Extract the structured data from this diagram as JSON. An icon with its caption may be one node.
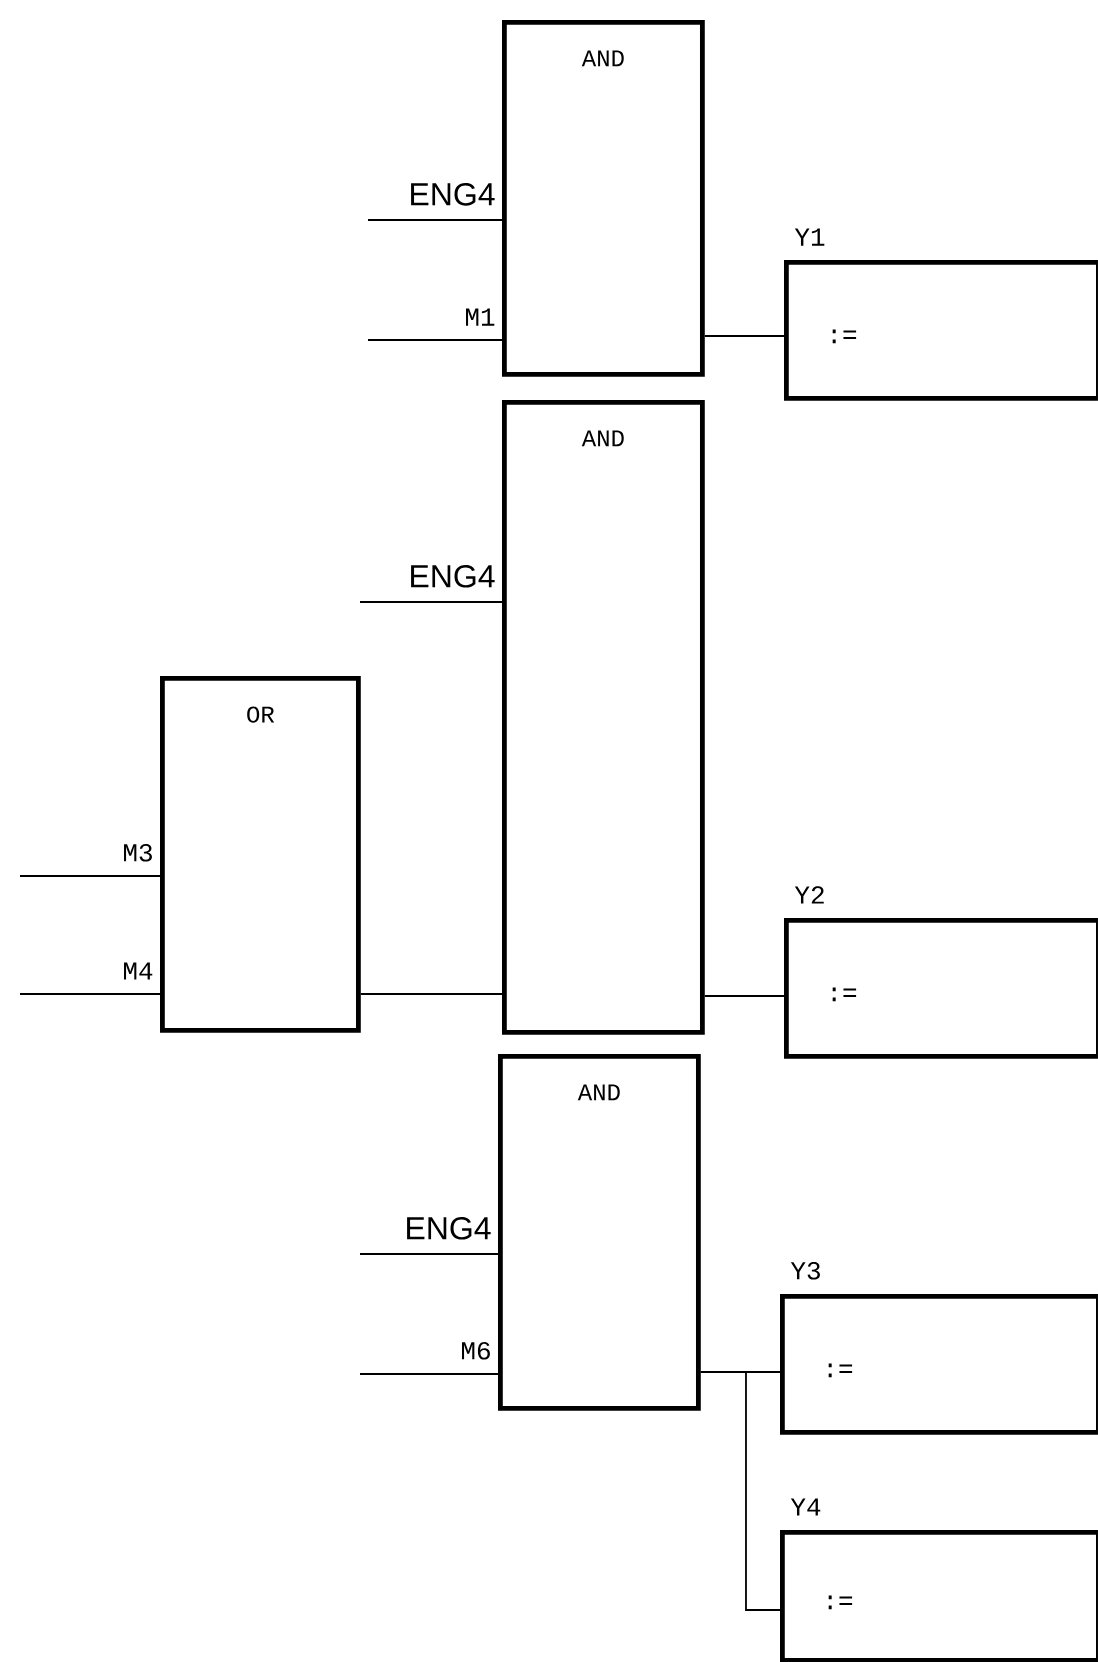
{
  "diagram": {
    "nodes": [
      {
        "text": [
          "AND"
        ]
      },
      {
        "text": [
          ":="
        ],
        "beside": [
          "Y1"
        ]
      },
      {
        "text": [
          "AND"
        ]
      },
      {
        "text": [
          "OR"
        ]
      },
      {
        "text": [
          ":="
        ],
        "beside": [
          "Y2"
        ]
      },
      {
        "text": [
          "AND"
        ]
      },
      {
        "text": [
          ":="
        ],
        "beside": [
          "Y3"
        ]
      },
      {
        "text": [
          ":="
        ],
        "beside": [
          "Y4"
        ]
      }
    ],
    "edges": [
      {
        "from": null,
        "to": 0,
        "arrow": "none",
        "label": "ENG4"
      },
      {
        "from": null,
        "to": 0,
        "arrow": "none",
        "label": "M1"
      },
      {
        "from": 0,
        "to": 1,
        "arrow": "none"
      },
      {
        "from": null,
        "to": 2,
        "arrow": "none",
        "label": "ENG4"
      },
      {
        "from": null,
        "to": 3,
        "arrow": "none",
        "label": "M3"
      },
      {
        "from": null,
        "to": 3,
        "arrow": "none",
        "label": "M4"
      },
      {
        "from": 3,
        "to": 2,
        "arrow": "none"
      },
      {
        "from": 2,
        "to": 4,
        "arrow": "none"
      },
      {
        "from": null,
        "to": 5,
        "arrow": "none",
        "label": "ENG4"
      },
      {
        "from": null,
        "to": 5,
        "arrow": "none",
        "label": "M6"
      },
      {
        "from": 5,
        "to": 6,
        "arrow": "none"
      },
      {
        "from": 5,
        "to": 7,
        "arrow": "none"
      }
    ]
  }
}
